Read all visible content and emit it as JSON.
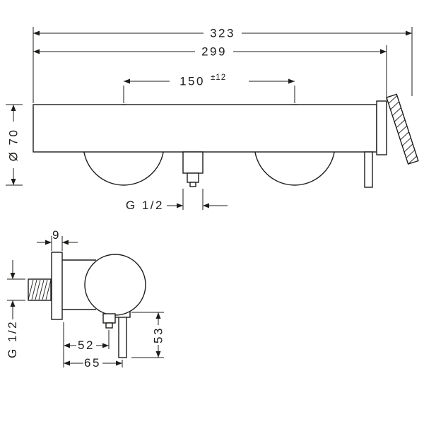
{
  "drawing": {
    "background": "#ffffff",
    "ink": "#1d1d1b",
    "front_view": {
      "overall_width": "323",
      "body_width": "299",
      "connection_centers": "150",
      "connection_tolerance": "±12",
      "escutcheon_diameter": "Ø 70",
      "outlet_thread": "G 1/2"
    },
    "side_view": {
      "escutcheon_depth": "9",
      "inlet_thread": "G 1/2",
      "wall_to_outlet": "52",
      "wall_to_handle": "65",
      "handle_length": "53"
    }
  }
}
